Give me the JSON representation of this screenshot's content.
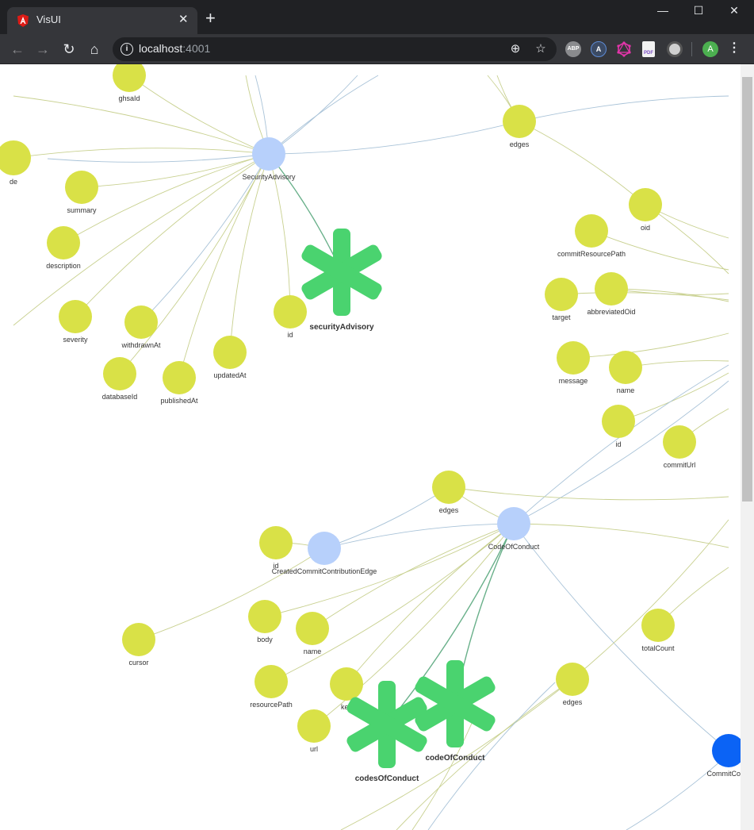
{
  "browser": {
    "tab_title": "VisUI",
    "tab_close": "✕",
    "new_tab": "+",
    "url_host": "localhost",
    "url_port": ":4001",
    "window_controls": {
      "minimize": "—",
      "maximize": "☐",
      "close": "✕"
    },
    "profile_initial": "A",
    "extensions": [
      {
        "name": "adblock-plus-extension",
        "label": "ABP",
        "color": "#8a8b8e"
      },
      {
        "name": "a-extension",
        "label": "A",
        "color": "#3c4b64"
      },
      {
        "name": "graphql-extension",
        "label": "",
        "color": "#e535ab"
      },
      {
        "name": "pdf-extension",
        "label": "PDF",
        "color": "#b7a6e0"
      },
      {
        "name": "circle-extension",
        "label": "",
        "color": "#cfcfcf"
      }
    ]
  },
  "colors": {
    "field_node": "#d9e147",
    "type_node": "#b7d0fb",
    "root_node": "#4ad36f",
    "selected_node": "#0b63f5",
    "edge_yellow": "#c8d08f",
    "edge_blue": "#a9c3d8",
    "edge_green": "#69b08a"
  },
  "graph": {
    "nodes": [
      {
        "id": "ghsaId",
        "label": "ghsaId",
        "kind": "field"
      },
      {
        "id": "de",
        "label": "de",
        "kind": "field"
      },
      {
        "id": "SecurityAdvisory",
        "label": "SecurityAdvisory",
        "kind": "type"
      },
      {
        "id": "summary",
        "label": "summary",
        "kind": "field"
      },
      {
        "id": "description",
        "label": "description",
        "kind": "field"
      },
      {
        "id": "securityAdvisory",
        "label": "securityAdvisory",
        "kind": "root"
      },
      {
        "id": "id1",
        "label": "id",
        "kind": "field"
      },
      {
        "id": "severity",
        "label": "severity",
        "kind": "field"
      },
      {
        "id": "withdrawnAt",
        "label": "withdrawnAt",
        "kind": "field"
      },
      {
        "id": "updatedAt",
        "label": "updatedAt",
        "kind": "field"
      },
      {
        "id": "databaseId",
        "label": "databaseId",
        "kind": "field"
      },
      {
        "id": "publishedAt",
        "label": "publishedAt",
        "kind": "field"
      },
      {
        "id": "edges1",
        "label": "edges",
        "kind": "field"
      },
      {
        "id": "oid",
        "label": "oid",
        "kind": "field"
      },
      {
        "id": "commitResourcePath",
        "label": "commitResourcePath",
        "kind": "field"
      },
      {
        "id": "target",
        "label": "target",
        "kind": "field"
      },
      {
        "id": "abbreviatedOid",
        "label": "abbreviatedOid",
        "kind": "field"
      },
      {
        "id": "message",
        "label": "message",
        "kind": "field"
      },
      {
        "id": "name1",
        "label": "name",
        "kind": "field"
      },
      {
        "id": "id2",
        "label": "id",
        "kind": "field"
      },
      {
        "id": "commitUrl",
        "label": "commitUrl",
        "kind": "field"
      },
      {
        "id": "edges2",
        "label": "edges",
        "kind": "field"
      },
      {
        "id": "CodeOfConduct",
        "label": "CodeOfConduct",
        "kind": "type"
      },
      {
        "id": "id3",
        "label": "id",
        "kind": "field"
      },
      {
        "id": "CreatedCommitContributionEdge",
        "label": "CreatedCommitContributionEdge",
        "kind": "type"
      },
      {
        "id": "body",
        "label": "body",
        "kind": "field"
      },
      {
        "id": "name2",
        "label": "name",
        "kind": "field"
      },
      {
        "id": "cursor",
        "label": "cursor",
        "kind": "field"
      },
      {
        "id": "totalCount",
        "label": "totalCount",
        "kind": "field"
      },
      {
        "id": "resourcePath",
        "label": "resourcePath",
        "kind": "field"
      },
      {
        "id": "key",
        "label": "key",
        "kind": "field"
      },
      {
        "id": "edges3",
        "label": "edges",
        "kind": "field"
      },
      {
        "id": "url",
        "label": "url",
        "kind": "field"
      },
      {
        "id": "codeOfConduct",
        "label": "codeOfConduct",
        "kind": "root"
      },
      {
        "id": "codesOfConduct",
        "label": "codesOfConduct",
        "kind": "root"
      },
      {
        "id": "CommitContri",
        "label": "CommitContri",
        "kind": "selected"
      }
    ]
  }
}
